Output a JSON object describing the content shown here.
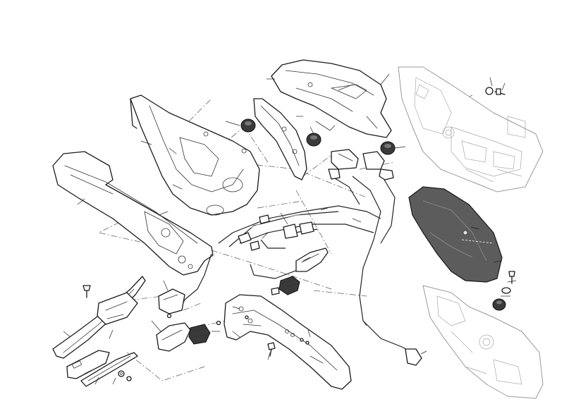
{
  "diagram": {
    "style": "exploded-view line art",
    "colors": {
      "ink": "#1a1a1a",
      "faded_ink": "#9a9a9a",
      "dark_part": "#3a3a3a",
      "background": "#ffffff"
    },
    "parts": [
      "rear-frame-left",
      "rear-frame-center",
      "tail-bracket-upper",
      "tail-cover-right",
      "license-plate-holder",
      "license-plate-mount",
      "reflector",
      "turn-signal-left",
      "turn-signal-right",
      "rear-bracket-bottom",
      "wiring-harness",
      "connectors",
      "rubber-grommets",
      "fasteners",
      "shaded-cover-panel",
      "rear-subframe-ghost"
    ]
  }
}
